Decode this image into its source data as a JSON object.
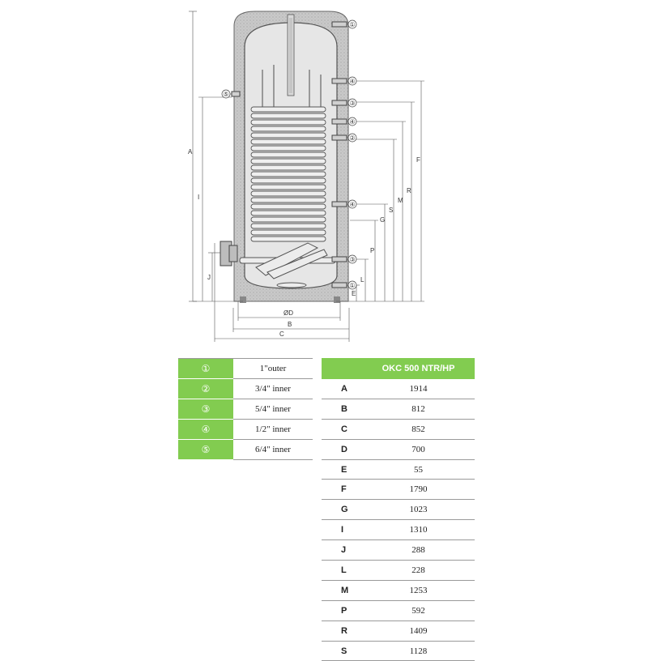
{
  "drawing": {
    "dimension_letters": [
      "A",
      "I",
      "J",
      "F",
      "R",
      "M",
      "S",
      "G",
      "P",
      "L",
      "E"
    ],
    "bottom_labels": {
      "d": "ØD",
      "b": "B",
      "c": "C"
    },
    "connection_callouts": [
      {
        "symbol": "①"
      },
      {
        "symbol": "④"
      },
      {
        "symbol": "③"
      },
      {
        "symbol": "④"
      },
      {
        "symbol": "②"
      },
      {
        "symbol": "④"
      },
      {
        "symbol": "③"
      },
      {
        "symbol": "①"
      },
      {
        "symbol": "⑤"
      }
    ]
  },
  "connections": [
    {
      "symbol": "①",
      "size": "1\"outer"
    },
    {
      "symbol": "②",
      "size": "3/4\" inner"
    },
    {
      "symbol": "③",
      "size": "5/4\" inner"
    },
    {
      "symbol": "④",
      "size": "1/2\" inner"
    },
    {
      "symbol": "⑤",
      "size": "6/4\" inner"
    }
  ],
  "dimensions": {
    "model": "OKC 500 NTR/HP",
    "rows": [
      {
        "label": "A",
        "value": "1914"
      },
      {
        "label": "B",
        "value": "812"
      },
      {
        "label": "C",
        "value": "852"
      },
      {
        "label": "D",
        "value": "700"
      },
      {
        "label": "E",
        "value": "55"
      },
      {
        "label": "F",
        "value": "1790"
      },
      {
        "label": "G",
        "value": "1023"
      },
      {
        "label": "I",
        "value": "1310"
      },
      {
        "label": "J",
        "value": "288"
      },
      {
        "label": "L",
        "value": "228"
      },
      {
        "label": "M",
        "value": "1253"
      },
      {
        "label": "P",
        "value": "592"
      },
      {
        "label": "R",
        "value": "1409"
      },
      {
        "label": "S",
        "value": "1128"
      }
    ]
  }
}
